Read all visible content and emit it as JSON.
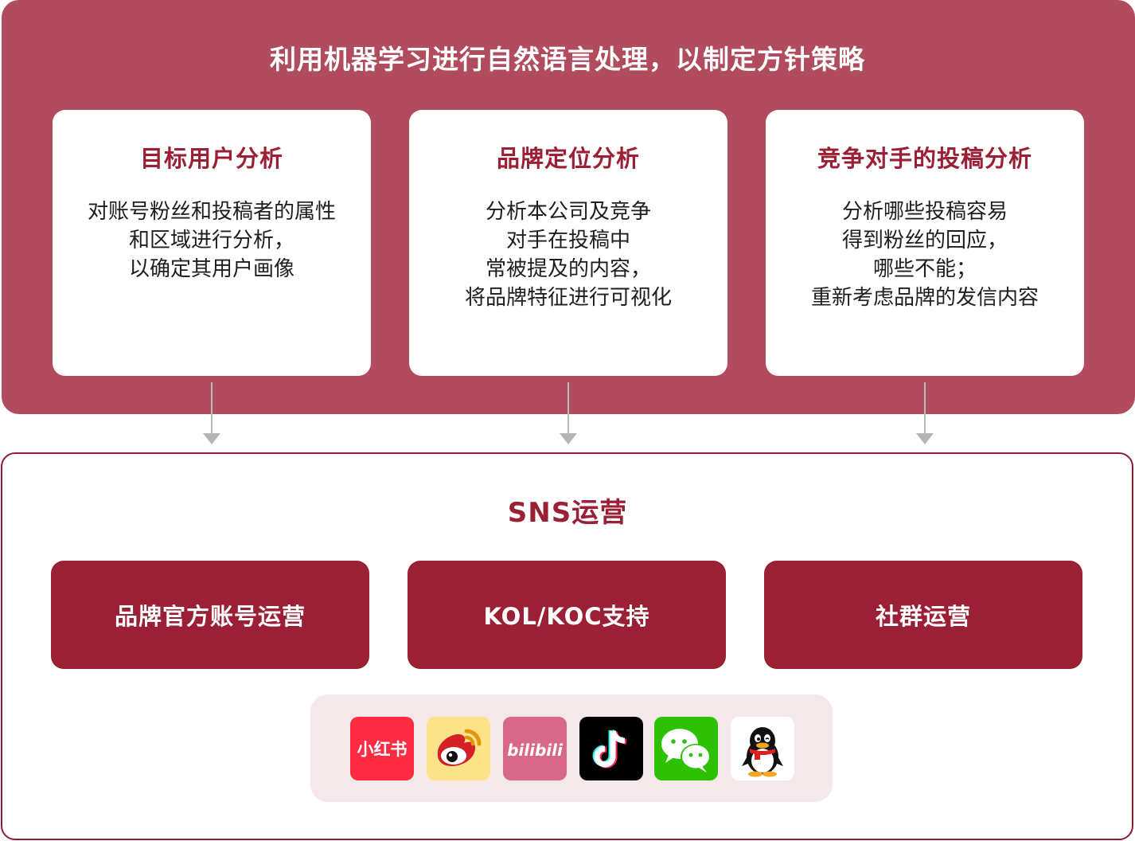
{
  "top_section": {
    "title": "利用机器学习进行自然语言处理，以制定方针策略",
    "background_color": "#b04c5e",
    "cards": [
      {
        "title": "目标用户分析",
        "lines": [
          "对账号粉丝和投稿者的属性",
          "和区域进行分析，",
          "以确定其用户画像"
        ]
      },
      {
        "title": "品牌定位分析",
        "lines": [
          "分析本公司及竞争",
          "对手在投稿中",
          "常被提及的内容，",
          "将品牌特征进行可视化"
        ]
      },
      {
        "title": "竞争对手的投稿分析",
        "lines": [
          "分析哪些投稿容易",
          "得到粉丝的回应，",
          "哪些不能；",
          "重新考虑品牌的发信内容"
        ]
      }
    ]
  },
  "bottom_section": {
    "title": "SNS运营",
    "accent_color": "#9b1f35",
    "boxes": [
      {
        "label": "品牌官方账号运营"
      },
      {
        "label": "KOL/KOC支持"
      },
      {
        "label": "社群运营"
      }
    ],
    "platforms": [
      {
        "name": "xiaohongshu-icon",
        "text": "小红书",
        "color": "#fe2c43"
      },
      {
        "name": "weibo-icon",
        "color": "#fce38a"
      },
      {
        "name": "bilibili-icon",
        "text": "bilibili",
        "color": "#d7688a"
      },
      {
        "name": "douyin-icon",
        "color": "#000000"
      },
      {
        "name": "wechat-icon",
        "color": "#2dc100"
      },
      {
        "name": "qq-icon",
        "color": "#ffffff"
      }
    ]
  }
}
